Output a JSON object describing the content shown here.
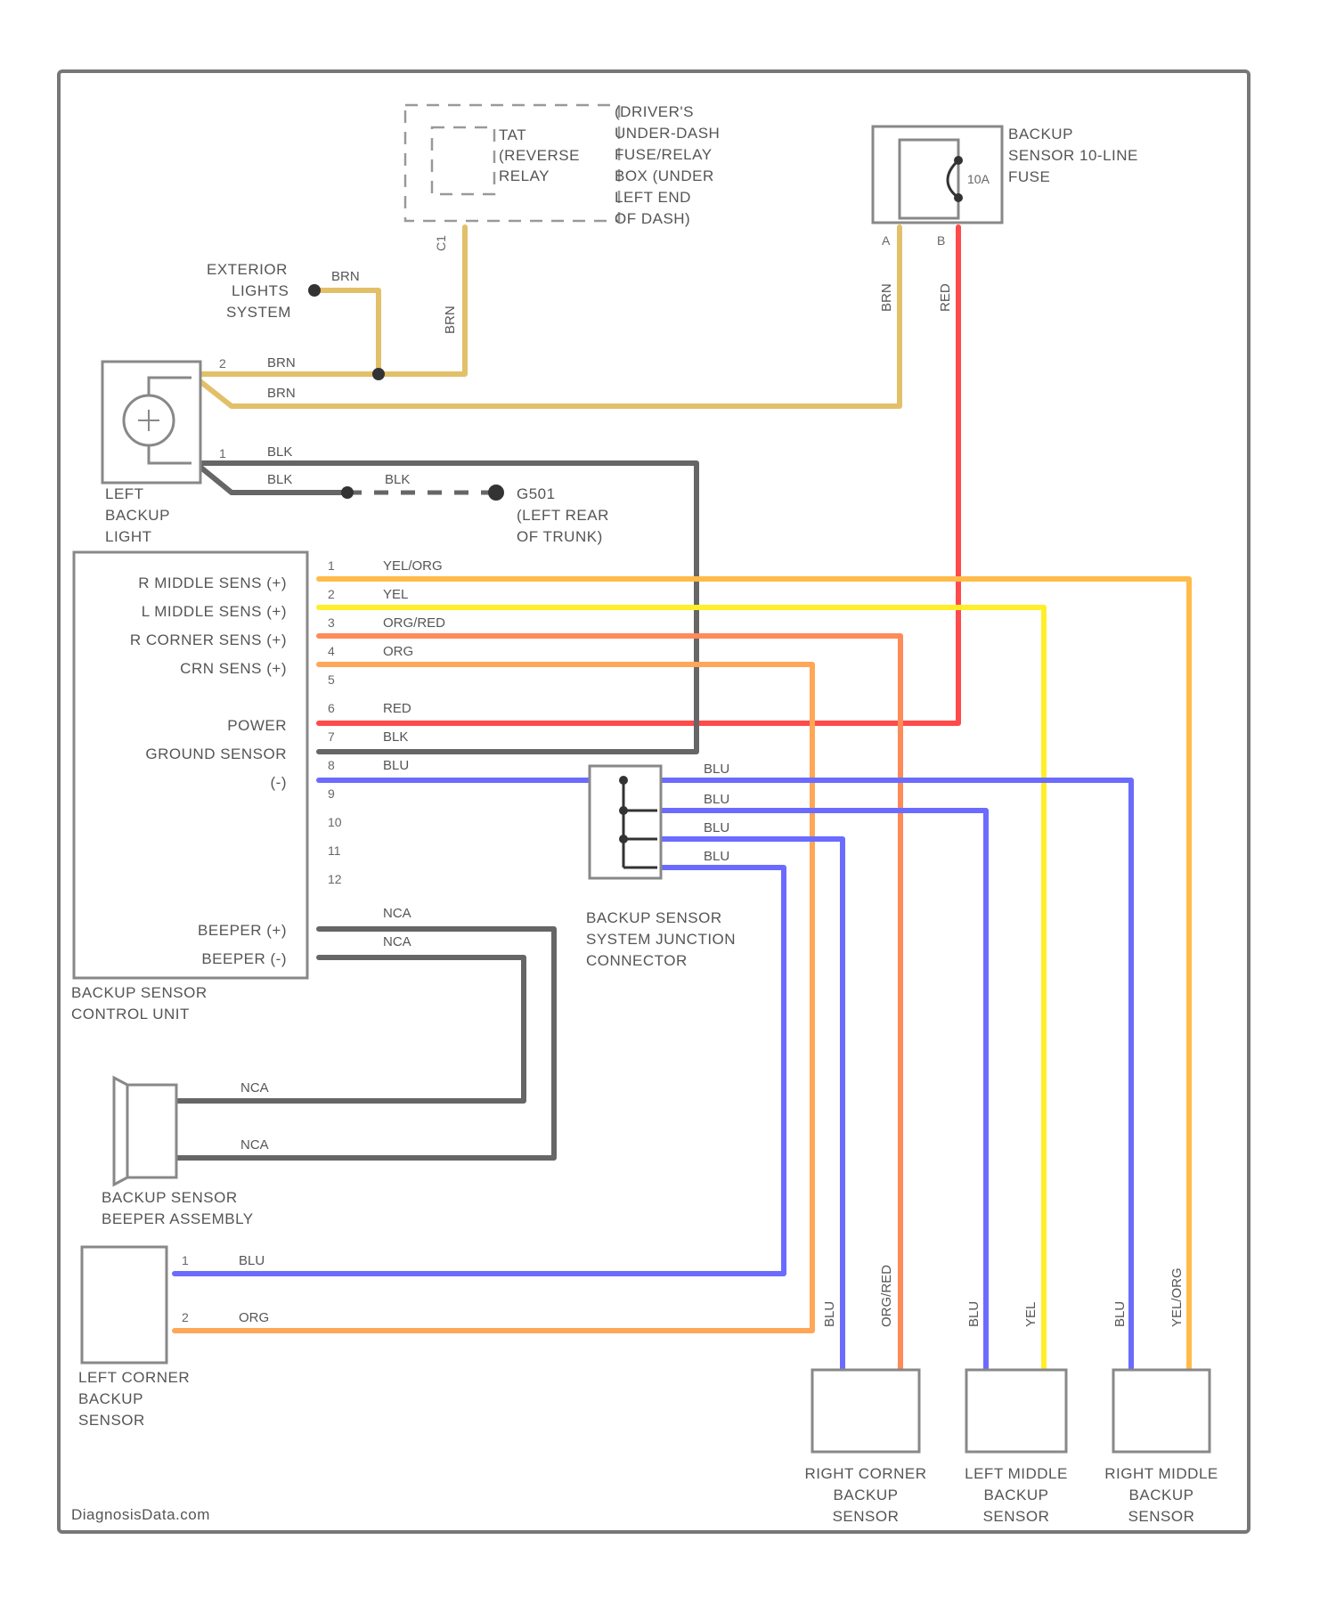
{
  "components": {
    "relay": {
      "relay_label": [
        "TAT",
        "(REVERSE",
        "RELAY"
      ],
      "location": [
        "(DRIVER'S",
        "UNDER-DASH",
        "FUSE/RELAY",
        "BOX (UNDER",
        "LEFT END",
        "OF DASH)"
      ],
      "pin": "C1"
    },
    "fuse": {
      "label": [
        "BACKUP",
        "SENSOR 10-LINE",
        "FUSE"
      ],
      "rating": "10A",
      "pins": [
        "A",
        "B"
      ]
    },
    "exterior_lights": {
      "label": [
        "EXTERIOR",
        "LIGHTS",
        "SYSTEM"
      ]
    },
    "left_backup_light": {
      "label": [
        "LEFT",
        "BACKUP",
        "LIGHT"
      ],
      "pins": [
        "2",
        "1"
      ]
    },
    "ground": {
      "label": [
        "G501",
        "(LEFT REAR",
        "OF TRUNK)"
      ]
    },
    "control_unit": {
      "label": [
        "BACKUP SENSOR",
        "CONTROL UNIT"
      ],
      "pins": [
        "1",
        "2",
        "3",
        "4",
        "5",
        "6",
        "7",
        "8",
        "9",
        "10",
        "11",
        "12"
      ],
      "signals": [
        "R MIDDLE SENS (+)",
        "L MIDDLE SENS (+)",
        "R CORNER SENS (+)",
        "CRN SENS (+)",
        "POWER",
        "GROUND SENSOR",
        "(-)",
        "BEEPER (+)",
        "BEEPER (-)"
      ]
    },
    "junction": {
      "label": [
        "BACKUP SENSOR",
        "SYSTEM JUNCTION",
        "CONNECTOR"
      ]
    },
    "beeper": {
      "label": [
        "BACKUP SENSOR",
        "BEEPER ASSEMBLY"
      ]
    },
    "left_corner": {
      "label": [
        "LEFT CORNER",
        "BACKUP",
        "SENSOR"
      ],
      "pins": [
        "1",
        "2"
      ]
    },
    "right_corner": {
      "label": [
        "RIGHT CORNER",
        "BACKUP",
        "SENSOR"
      ]
    },
    "left_middle": {
      "label": [
        "LEFT MIDDLE",
        "BACKUP",
        "SENSOR"
      ]
    },
    "right_middle": {
      "label": [
        "RIGHT MIDDLE",
        "BACKUP",
        "SENSOR"
      ]
    }
  },
  "wires": {
    "brn": "BRN",
    "blk": "BLK",
    "yel_org": "YEL/ORG",
    "yel": "YEL",
    "org_red": "ORG/RED",
    "org": "ORG",
    "red": "RED",
    "blu": "BLU",
    "nca": "NCA"
  },
  "colors": {
    "brn": "#e2c06a",
    "blk": "#666666",
    "red": "#ff4a4a",
    "yel": "#ffee2a",
    "yel_org": "#ffbb4a",
    "org_red": "#ff8a5a",
    "org": "#ffa658",
    "blu": "#6b6bff",
    "frame": "#777777"
  },
  "footer": "DiagnosisData.com"
}
